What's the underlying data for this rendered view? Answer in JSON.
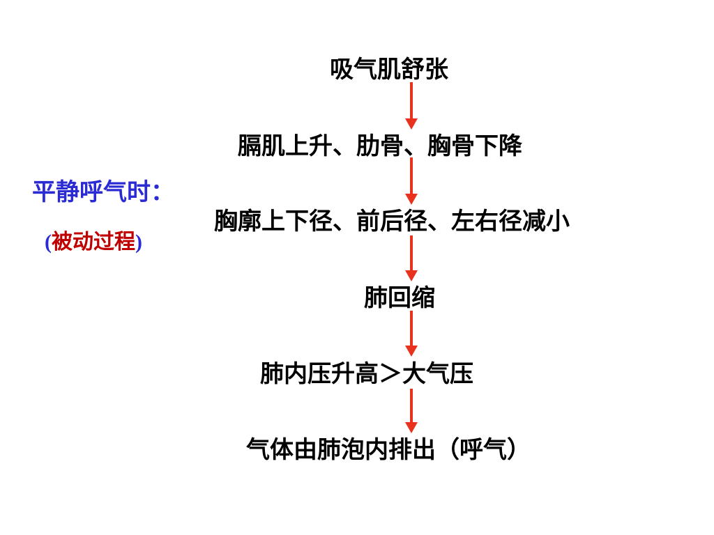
{
  "steps": [
    "吸气肌舒张",
    "膈肌上升、肋骨、胸骨下降",
    "胸廓上下径、前后径、左右径减小",
    "肺回缩",
    "肺内压升高＞大气压",
    "气体由肺泡内排出（呼气）"
  ],
  "side_label": {
    "title": "平静呼气时：",
    "open_paren": "(",
    "subtitle": "被动过程",
    "close_paren": ")"
  },
  "colors": {
    "text": "#000000",
    "side_title": "#2b2bd4",
    "side_subtitle": "#c00000",
    "arrow": "#e8321e"
  }
}
